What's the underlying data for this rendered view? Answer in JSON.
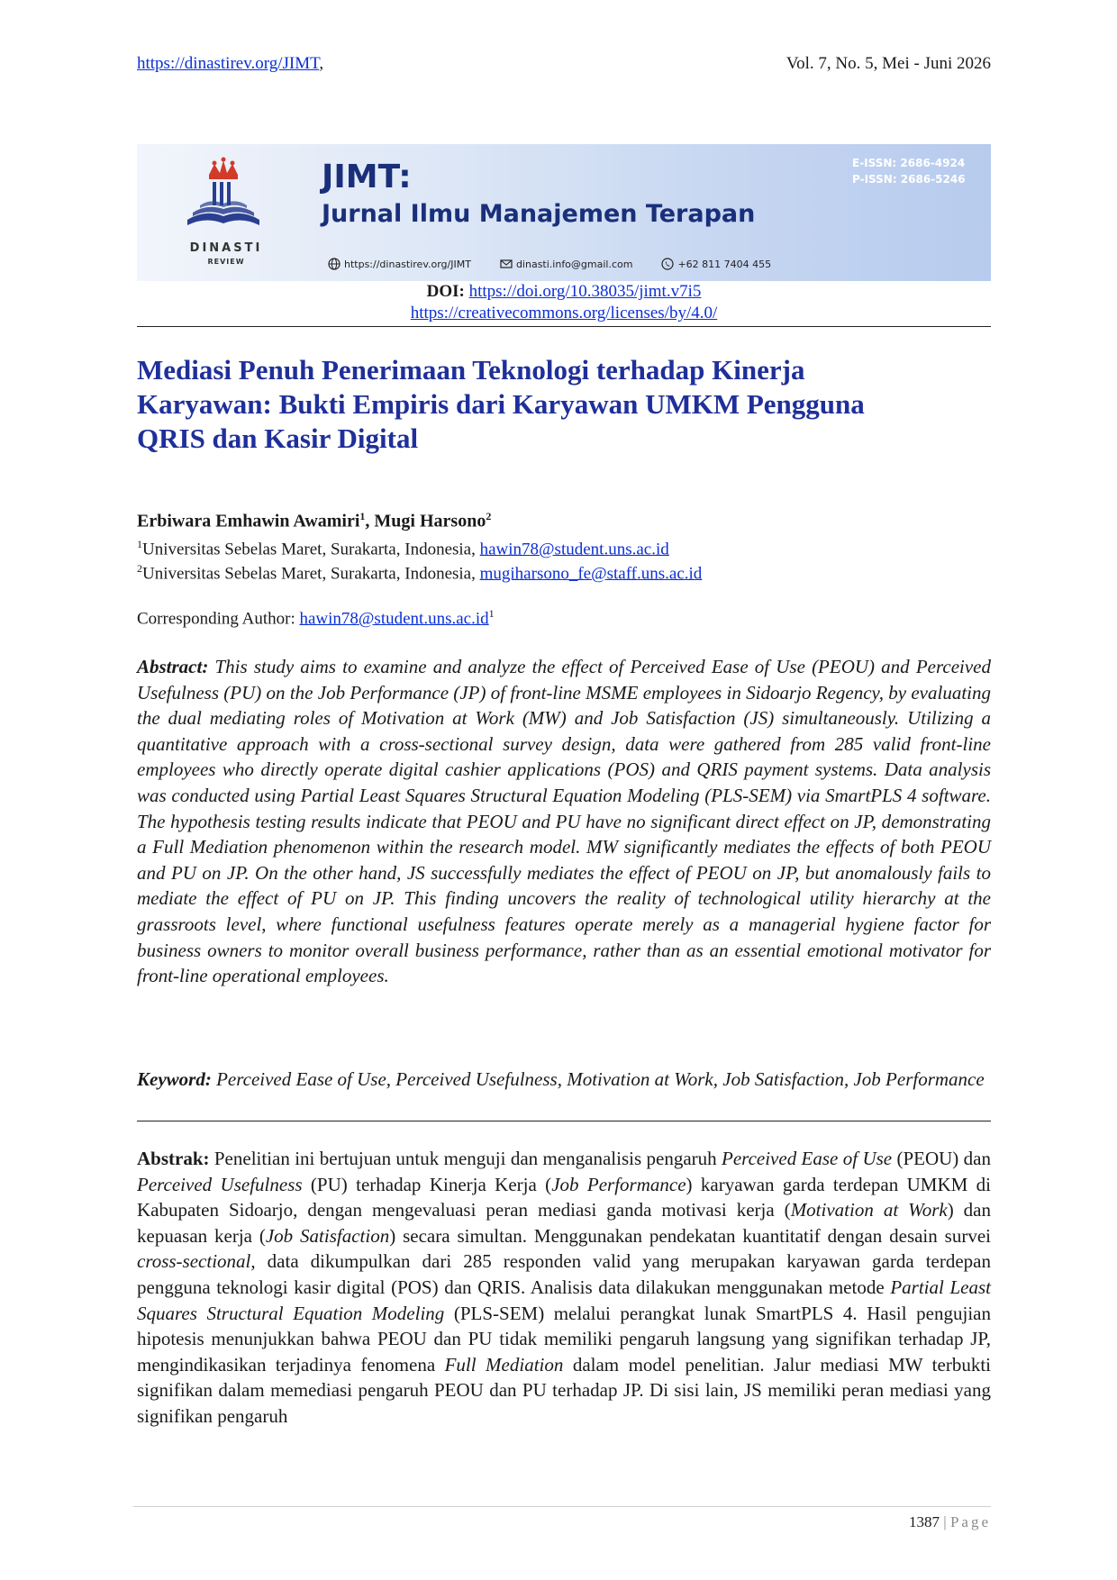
{
  "header": {
    "url": "https://dinastirev.org/JIMT",
    "url_suffix": ",",
    "volume": "Vol. 7, No. 5, Mei - Juni 2026"
  },
  "banner": {
    "logo_name": "DINASTI",
    "logo_sub": "REVIEW",
    "short_title": "JIMT:",
    "journal_name": "Jurnal Ilmu Manajemen Terapan",
    "eissn": "E-ISSN: 2686-4924",
    "pissn": "P-ISSN: 2686-5246",
    "website": "https://dinastirev.org/JIMT",
    "email": "dinasti.info@gmail.com",
    "phone": "+62 811 7404 455",
    "colors": {
      "title": "#1a2f7a",
      "issn": "#ffffff"
    }
  },
  "doi": {
    "label": "DOI:",
    "link": "https://doi.org/10.38035/jimt.v7i5",
    "license": "https://creativecommons.org/licenses/by/4.0/"
  },
  "title": {
    "line1": "Mediasi Penuh Penerimaan Teknologi terhadap Kinerja",
    "line2": "Karyawan: Bukti Empiris dari Karyawan UMKM Pengguna",
    "line3": "QRIS dan Kasir Digital"
  },
  "authors": {
    "author1": "Erbiwara Emhawin Awamiri",
    "author1_sup": "1",
    "sep": ", ",
    "author2": "Mugi Harsono",
    "author2_sup": "2"
  },
  "affiliations": [
    {
      "sup": "1",
      "text": "Universitas Sebelas Maret, Surakarta, Indonesia, ",
      "email": "hawin78@student.uns.ac.id"
    },
    {
      "sup": "2",
      "text": "Universitas Sebelas Maret, Surakarta, Indonesia, ",
      "email": "mugiharsono_fe@staff.uns.ac.id"
    }
  ],
  "corresponding": {
    "label": "Corresponding Author: ",
    "email": "hawin78@student.uns.ac.id",
    "sup": "1"
  },
  "abstract": {
    "label": "Abstract:",
    "text": " This study aims to examine and analyze the effect of Perceived Ease of Use (PEOU) and Perceived Usefulness (PU) on the Job Performance (JP) of front-line MSME employees in Sidoarjo Regency, by evaluating the dual mediating roles of Motivation at Work (MW) and Job Satisfaction (JS) simultaneously. Utilizing a quantitative approach with a cross-sectional survey design, data were gathered from 285 valid front-line employees who directly operate digital cashier applications (POS) and QRIS payment systems. Data analysis was conducted using Partial Least Squares Structural Equation Modeling (PLS-SEM) via SmartPLS 4 software. The hypothesis testing results indicate that PEOU and PU have no significant direct effect on JP, demonstrating a Full Mediation phenomenon within the research model. MW significantly mediates the effects of both PEOU and PU on JP. On the other hand, JS successfully mediates the effect of PEOU on JP, but anomalously fails to mediate the effect of PU on JP. This finding uncovers the reality of technological utility hierarchy at the grassroots level, where functional usefulness features operate merely as a managerial hygiene factor for business owners to monitor overall business performance, rather than as an essential emotional motivator for front-line operational employees."
  },
  "keyword": {
    "label": "Keyword:",
    "text": " Perceived Ease of Use, Perceived Usefulness, Motivation at Work, Job Satisfaction, Job Performance"
  },
  "abstrak": {
    "label": "Abstrak:",
    "p1": " Penelitian ini bertujuan untuk menguji dan menganalisis pengaruh ",
    "i1": "Perceived Ease of Use",
    "p2": " (PEOU) dan ",
    "i2": "Perceived Usefulness",
    "p3": " (PU) terhadap Kinerja Kerja (",
    "i3": "Job Performance",
    "p4": ") karyawan garda terdepan UMKM di Kabupaten Sidoarjo, dengan mengevaluasi peran mediasi ganda motivasi kerja (",
    "i4": "Motivation at Work",
    "p5": ") dan kepuasan kerja (",
    "i5": "Job Satisfaction",
    "p6": ") secara simultan. Menggunakan pendekatan kuantitatif dengan desain survei ",
    "i6": "cross-sectional",
    "p7": ", data dikumpulkan dari 285 responden valid yang merupakan karyawan garda terdepan pengguna teknologi kasir digital (POS) dan QRIS. Analisis data dilakukan menggunakan metode ",
    "i7": "Partial Least Squares Structural Equation Modeling",
    "p8": " (PLS-SEM) melalui perangkat lunak SmartPLS 4. Hasil pengujian hipotesis menunjukkan bahwa PEOU dan PU tidak memiliki pengaruh langsung yang signifikan terhadap JP, mengindikasikan terjadinya fenomena ",
    "i8": "Full Mediation",
    "p9": " dalam model penelitian. Jalur mediasi MW terbukti signifikan dalam memediasi pengaruh PEOU dan PU terhadap JP. Di sisi lain, JS memiliki peran mediasi yang signifikan pengaruh"
  },
  "footer": {
    "page_number": "1387",
    "separator": " | ",
    "page_label": "Page"
  }
}
